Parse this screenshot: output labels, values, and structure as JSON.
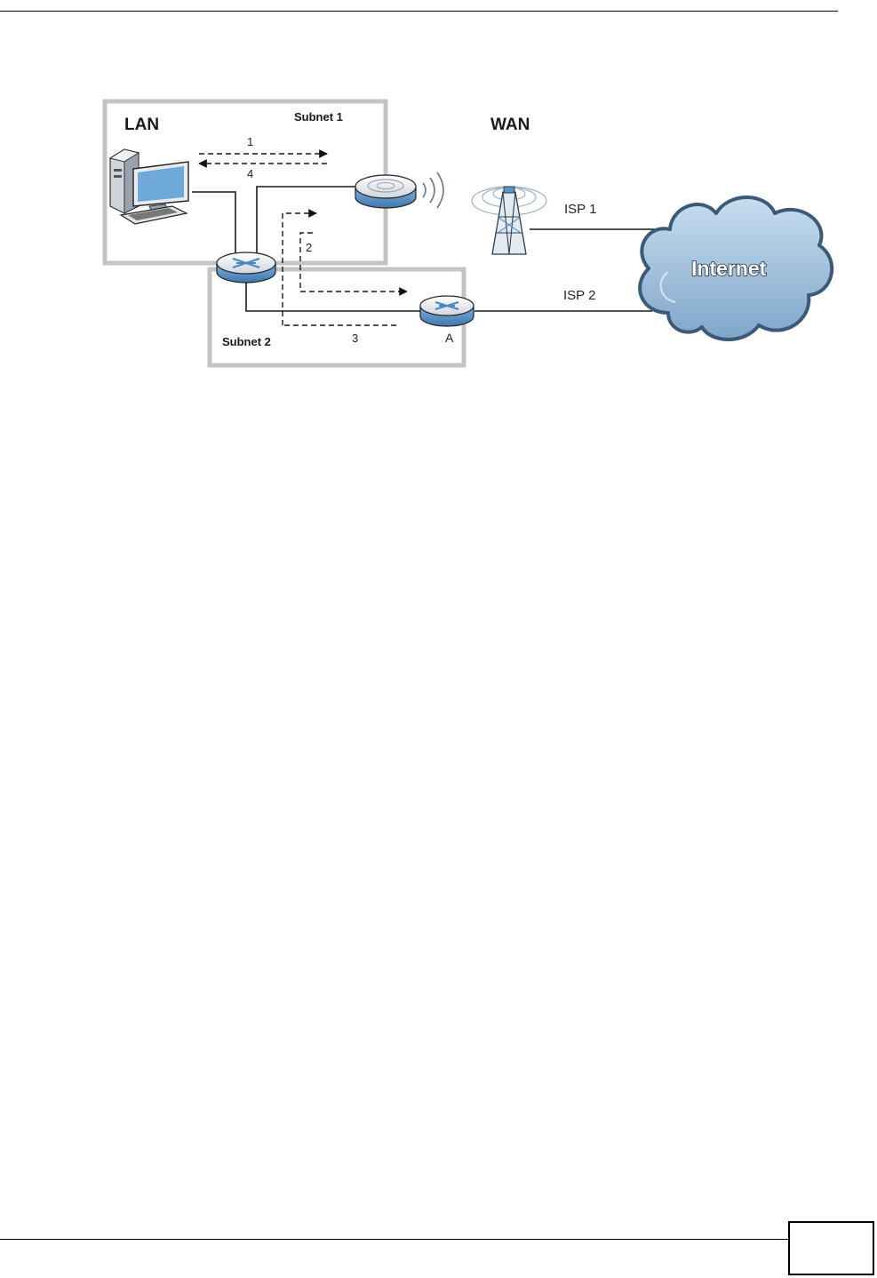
{
  "page": {
    "page_number": ""
  },
  "diagram": {
    "zones": {
      "lan": "LAN",
      "wan": "WAN",
      "subnet1": "Subnet 1",
      "subnet2": "Subnet 2"
    },
    "isp_links": [
      "ISP 1",
      "ISP 2"
    ],
    "cloud": "Internet",
    "router_a": "A",
    "flow_steps": [
      "1",
      "2",
      "3",
      "4"
    ]
  },
  "icons": [
    "computer-icon",
    "lan-router-icon",
    "wireless-access-point-icon",
    "wifi-waves-icon",
    "cell-tower-icon",
    "router-a-icon",
    "internet-cloud-icon"
  ],
  "colors": {
    "zone_border": "#c4c4c4",
    "cloud_fill": "#8fb3d2",
    "cloud_outline": "#3c5a78",
    "device_blue": "#5c93c6",
    "line": "#1a1a1a"
  }
}
